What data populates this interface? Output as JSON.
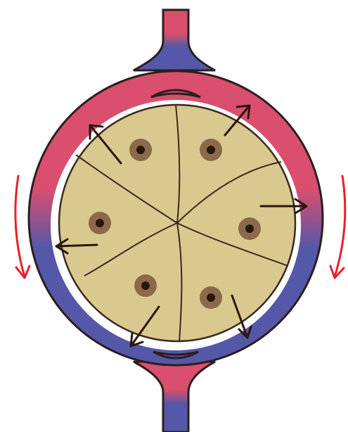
{
  "diagram": {
    "colors": {
      "artery": "#d94f6d",
      "vein": "#5558a8",
      "outline": "#2a1f1f",
      "cell": "#d9c98f",
      "cell_border": "#3a2a1e",
      "nucleus_outer": "#8a6a4a",
      "nucleus_inner": "#2a160c",
      "diffusion_arrow": "#2a160c",
      "flow_arrow": "#e8202a"
    },
    "cell_count": 6,
    "flow_direction": "down",
    "diffusion_direction": "outward"
  }
}
